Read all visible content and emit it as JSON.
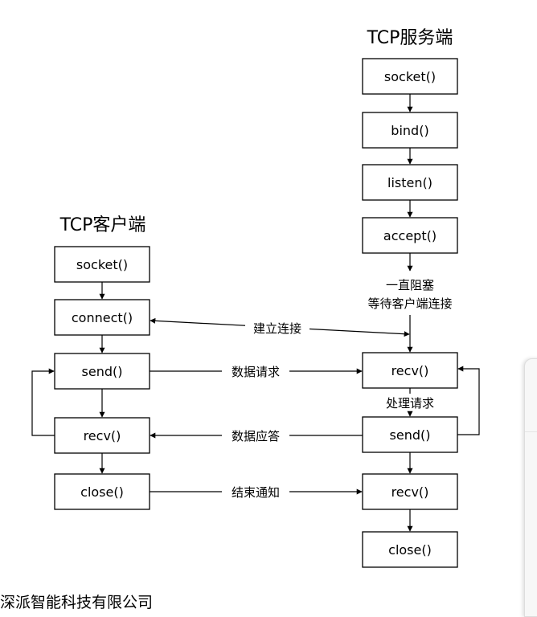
{
  "server": {
    "title": "TCP服务端",
    "boxes": [
      "socket()",
      "bind()",
      "listen()",
      "accept()",
      "recv()",
      "send()",
      "recv()",
      "close()"
    ],
    "notes": [
      "一直阻塞",
      "等待客户端连接",
      "处理请求"
    ]
  },
  "client": {
    "title": "TCP客户端",
    "boxes": [
      "socket()",
      "connect()",
      "send()",
      "recv()",
      "close()"
    ]
  },
  "arrows": {
    "connect": "建立连接",
    "request": "数据请求",
    "response": "数据应答",
    "notify": "结束通知"
  },
  "footer": "深派智能科技有限公司"
}
